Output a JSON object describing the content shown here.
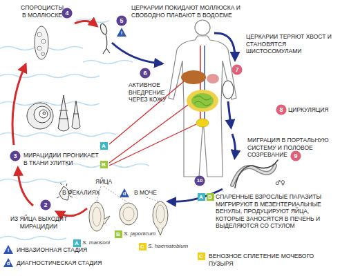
{
  "diagram": {
    "nodes": [
      {
        "text": [
          "4"
        ]
      },
      {
        "text": [
          "5"
        ]
      },
      {
        "text": [
          "7"
        ]
      },
      {
        "text": [
          "6"
        ]
      },
      {
        "text": [
          "8"
        ]
      },
      {
        "text": [
          "A"
        ]
      },
      {
        "text": [
          "3"
        ]
      },
      {
        "text": [
          "B"
        ]
      },
      {
        "text": [
          "9"
        ]
      },
      {
        "text": [
          "10"
        ]
      },
      {
        "text": [
          "A"
        ]
      },
      {
        "text": [
          "B"
        ]
      },
      {
        "text": [
          "2"
        ]
      },
      {
        "text": [
          "B"
        ]
      },
      {
        "text": [
          "A"
        ]
      },
      {
        "text": [
          "C"
        ]
      },
      {
        "text": [
          "C"
        ]
      }
    ],
    "labels": [
      "СПОРОЦИСТЫ В МОЛЛЮСКЕ",
      "ЦЕРКАРИИ ПОКИДАЮТ МОЛЛЮСКА И СВОБОДНО ПЛАВАЮТ В ВОДОЕМЕ",
      "i",
      "ЦЕРКАРИИ ТЕРЯЮТ ХВОСТ И СТАНОВЯТСЯ ШИСТОСОМУЛАМИ",
      "АКТИВНОЕ ВНЕДРЕНИЕ ЧЕРЕЗ КОЖУ",
      "ЦИРКУЛЯЦИЯ",
      "МИГРАЦИЯ В ПОРТАЛЬНУЮ СИСТЕМУ И ПОЛОВОЕ СОЗРЕВАНИЕ",
      "МИРАЦИДИИ ПРОНИКАЕТ В ТКАНИ УЛИТКИ",
      "ЯЙЦА",
      "В ФЕКАЛИЯХ",
      "d",
      "В МОЧЕ",
      "СПАРЕННЫЕ ВЗРОСЛЫЕ ПАРАЗИТЫ МИГРИРУЮТ В МЕЗЕНТЕРИАЛЬНЫЕ ВЕНУЛЫ, ПРОДУЦИРУЮТ ЯЙЦА, КОТОРЫЕ ЗАНОСЯТСЯ В ПЕЧЕНЬ И ВЫДЕЛЯЮТСЯ СО СТУЛОМ",
      "ИЗ ЯЙЦА ВЫХОДИТ МИРАЦИДИИ",
      "S. japonicum",
      "S. mansoni",
      "S. haematobium",
      "i",
      "ВЕНОЗНОЕ СПЛЕТЕНИЕ МОЧЕВОГО ПУЗЫРЯ",
      "d"
    ],
    "legend": [
      {
        "text": "ИНВАЗИОННАЯ СТАДИЯ"
      },
      {
        "text": "ДИАГНОСТИЧЕСКАЯ СТАДИЯ"
      }
    ]
  }
}
